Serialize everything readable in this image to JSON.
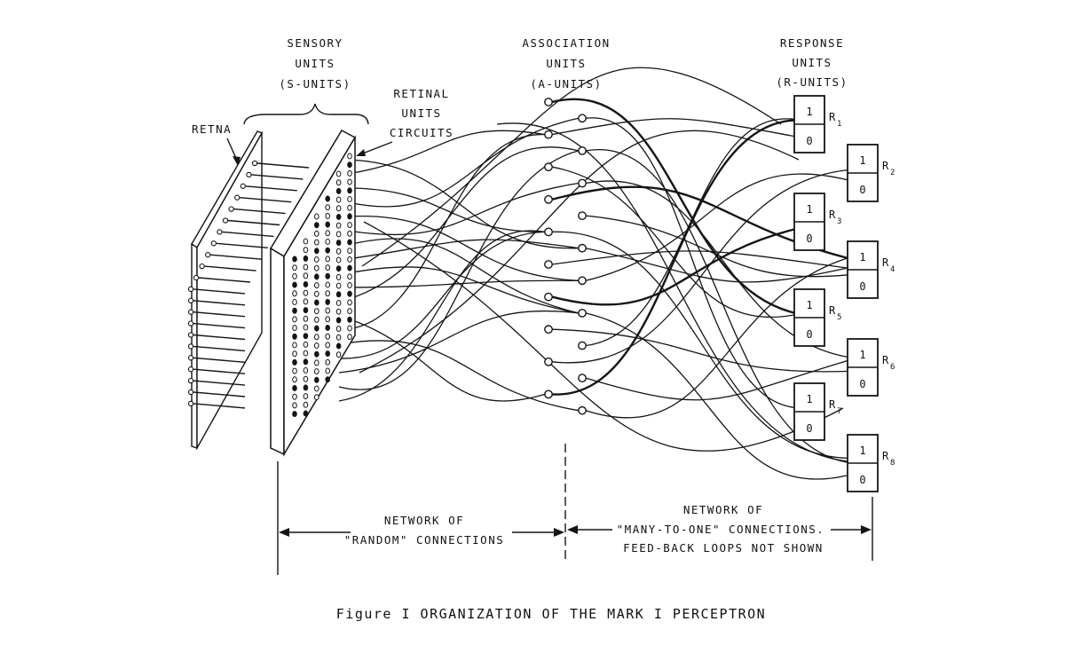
{
  "labels": {
    "retina": "RETNA",
    "sensory": [
      "SENSORY",
      "UNITS",
      "(S-UNITS)"
    ],
    "retinal_circuits": [
      "RETINAL",
      "UNITS",
      "CIRCUITS"
    ],
    "association": [
      "ASSOCIATION",
      "UNITS",
      "(A-UNITS)"
    ],
    "response": [
      "RESPONSE",
      "UNITS",
      "(R-UNITS)"
    ],
    "random_network": [
      "NETWORK OF",
      "\"RANDOM\" CONNECTIONS"
    ],
    "many_to_one_network": [
      "NETWORK OF",
      "\"MANY-TO-ONE\" CONNECTIONS.",
      "FEED-BACK LOOPS NOT SHOWN"
    ]
  },
  "response_units": [
    {
      "name": "R",
      "sub": "1",
      "top": "1",
      "bottom": "0"
    },
    {
      "name": "R",
      "sub": "2",
      "top": "1",
      "bottom": "0"
    },
    {
      "name": "R",
      "sub": "3",
      "top": "1",
      "bottom": "0"
    },
    {
      "name": "R",
      "sub": "4",
      "top": "1",
      "bottom": "0"
    },
    {
      "name": "R",
      "sub": "5",
      "top": "1",
      "bottom": "0"
    },
    {
      "name": "R",
      "sub": "6",
      "top": "1",
      "bottom": "0"
    },
    {
      "name": "R",
      "sub": "7",
      "top": "1",
      "bottom": "0"
    },
    {
      "name": "R",
      "sub": "8",
      "top": "1",
      "bottom": "0"
    }
  ],
  "caption": "Figure I   ORGANIZATION OF THE MARK I PERCEPTRON"
}
